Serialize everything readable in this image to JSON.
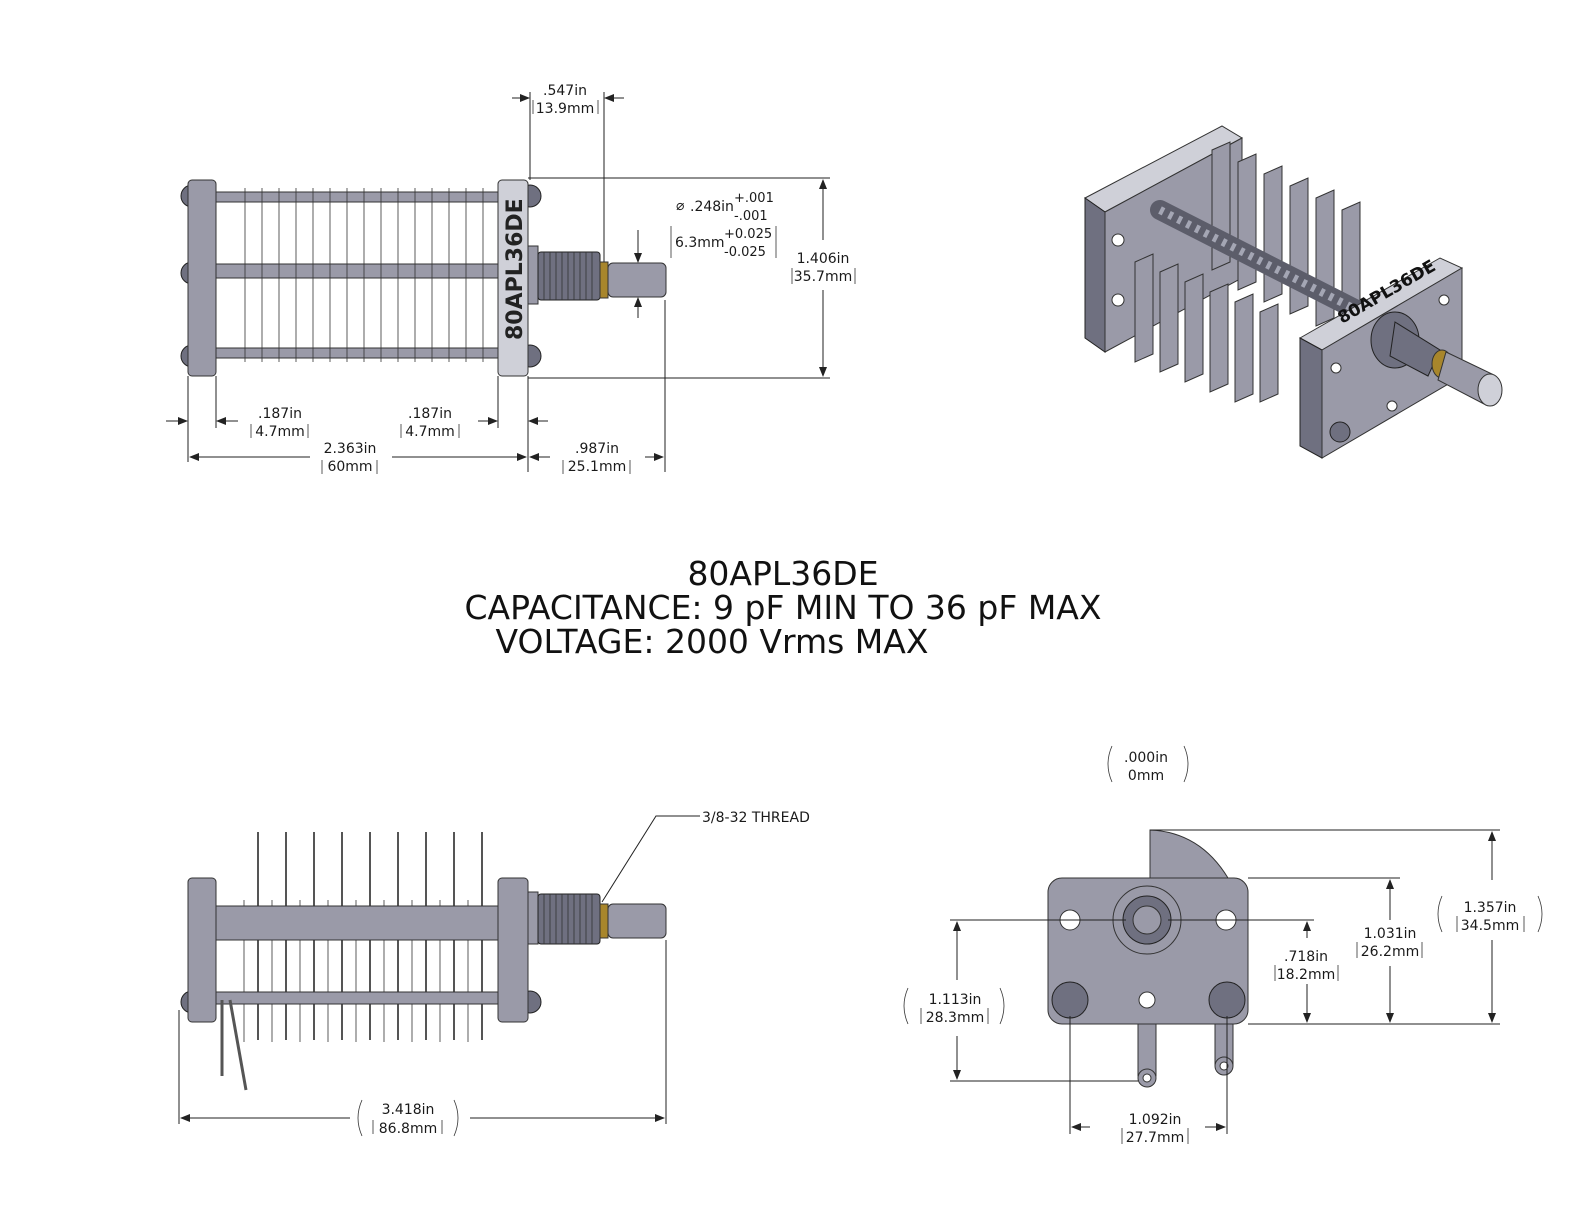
{
  "part_number": "80APL36DE",
  "body_label": "80APL36DE",
  "iso_label": "80APL36DE",
  "capacitance_line": "CAPACITANCE:  9 pF MIN TO 36 pF MAX",
  "voltage_line": "VOLTAGE:  2000 Vrms MAX",
  "top_view": {
    "shaft_offset": {
      "in": ".547in",
      "mm": "13.9mm"
    },
    "shaft_dia": {
      "in": ".248in",
      "tol_plus_in": "+.001",
      "tol_minus_in": "-.001",
      "mm": "6.3mm",
      "tol_plus_mm": "+0.025",
      "tol_minus_mm": "-0.025"
    },
    "height": {
      "in": "1.406in",
      "mm": "35.7mm"
    },
    "end_plate_left": {
      "in": ".187in",
      "mm": "4.7mm"
    },
    "end_plate_right": {
      "in": ".187in",
      "mm": "4.7mm"
    },
    "body_length": {
      "in": "2.363in",
      "mm": "60mm"
    },
    "shaft_length": {
      "in": ".987in",
      "mm": "25.1mm"
    }
  },
  "side_view": {
    "thread_note": "3/8-32 THREAD",
    "overall_length": {
      "in": "3.418in",
      "mm": "86.8mm"
    }
  },
  "end_view": {
    "zero_ref": {
      "in": ".000in",
      "mm": "0mm"
    },
    "rotor_height": {
      "in": "1.357in",
      "mm": "34.5mm"
    },
    "plate_height": {
      "in": "1.031in",
      "mm": "26.2mm"
    },
    "shaft_center": {
      "in": ".718in",
      "mm": "18.2mm"
    },
    "terminal_height": {
      "in": "1.113in",
      "mm": "28.3mm"
    },
    "terminal_spacing": {
      "in": "1.092in",
      "mm": "27.7mm"
    }
  }
}
